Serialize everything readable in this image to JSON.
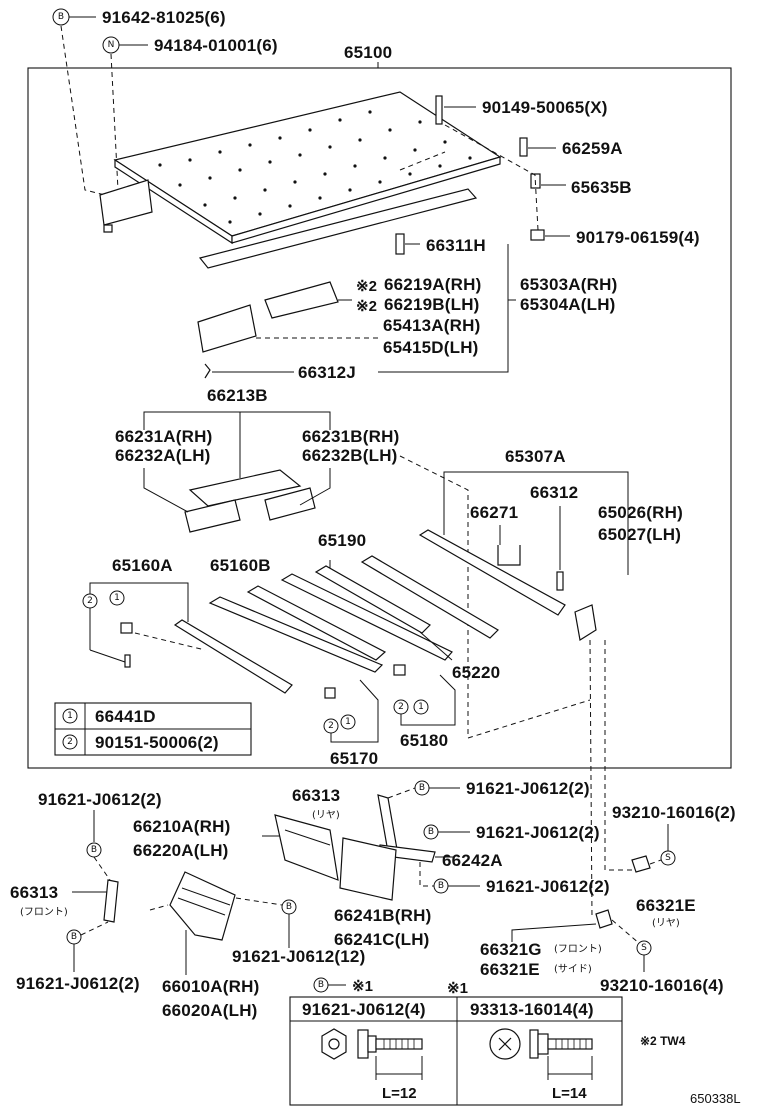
{
  "diagram": {
    "top_labels": {
      "b_bolt": "91642-81025(6)",
      "n_nut": "94184-01001(6)",
      "assembly": "65100"
    },
    "parts": {
      "p1": "90149-50065(X)",
      "p2": "66259A",
      "p3": "65635B",
      "p4": "90179-06159(4)",
      "p5": "66311H",
      "p6a": "66219A(RH)",
      "p6b": "66219B(LH)",
      "p6_note": "※2",
      "p7a": "65303A(RH)",
      "p7b": "65304A(LH)",
      "p8a": "65413A(RH)",
      "p8b": "65415D(LH)",
      "p9": "66312J",
      "p10": "66213B",
      "p11a": "66231A(RH)",
      "p11b": "66232A(LH)",
      "p12a": "66231B(RH)",
      "p12b": "66232B(LH)",
      "p13": "65307A",
      "p14": "66271",
      "p15": "66312",
      "p16a": "65026(RH)",
      "p16b": "65027(LH)",
      "p17": "65160A",
      "p18": "65160B",
      "p19": "65190",
      "p20": "65220",
      "p21": "65170",
      "p22": "65180"
    },
    "legend": [
      {
        "sym": "①",
        "part": "66441D"
      },
      {
        "sym": "②",
        "part": "90151-50006(2)"
      }
    ],
    "lower": {
      "b1": "91621-J0612(2)",
      "p_66313_left": "66313",
      "p_66313_left_note": "(フロント)",
      "b2": "91621-J0612(2)",
      "p_66010a": "66010A(RH)",
      "p_66020a": "66020A(LH)",
      "b3": "91621-J0612(12)",
      "b_note": "※1",
      "p_66313_mid": "66313",
      "p_66313_mid_note": "(リヤ)",
      "b4": "91621-J0612(2)",
      "p_66210a": "66210A(RH)",
      "p_66220a": "66220A(LH)",
      "b5": "91621-J0612(2)",
      "p_66242a": "66242A",
      "b6": "91621-J0612(2)",
      "p_66241b": "66241B(RH)",
      "p_66241c": "66241C(LH)",
      "s1": "93210-16016(2)",
      "p_66321e_r": "66321E",
      "p_66321e_r_note": "(リヤ)",
      "p_66321g": "66321G",
      "p_66321g_note": "(フロント)",
      "p_66321e_s": "66321E",
      "p_66321e_s_note": "(サイド)",
      "s2": "93210-16016(4)"
    },
    "table": {
      "title": "※1",
      "col1": "91621-J0612(4)",
      "col2": "93313-16014(4)",
      "len1": "L=12",
      "len2": "L=14"
    },
    "footnote": "※2 TW4",
    "code": "650338L",
    "symbols": {
      "b": "B",
      "n": "N",
      "s": "S",
      "one": "1",
      "two": "2"
    }
  }
}
